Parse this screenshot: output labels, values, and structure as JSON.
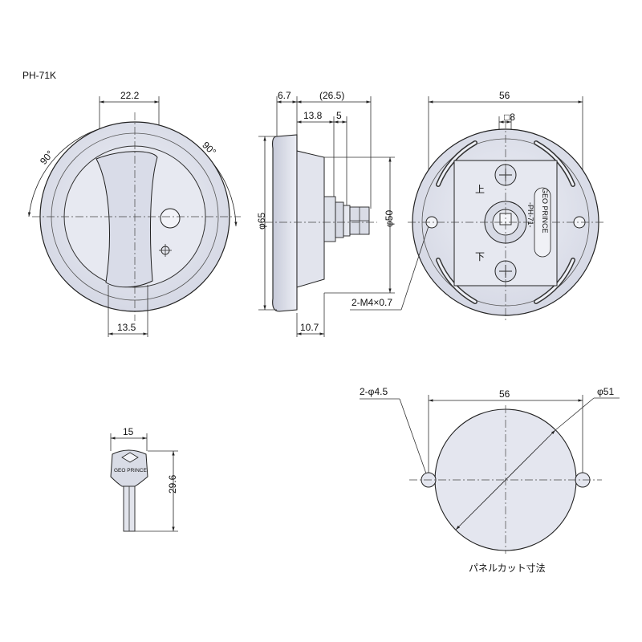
{
  "model": "PH-71K",
  "colors": {
    "body_fill": "#e4e6ef",
    "body_shade": "#c9ccd9",
    "line": "#222222",
    "panel_fill": "#e4e6ef"
  },
  "front_view": {
    "width_top": "22.2",
    "width_bottom": "13.5",
    "angle_left": "90°",
    "angle_right": "90°"
  },
  "side_view": {
    "dim_a": "6.7",
    "dim_b": "(26.5)",
    "dim_c": "13.8",
    "dim_d": "5",
    "dim_e": "10.7",
    "dia_outer": "φ65",
    "dia_inner": "φ50"
  },
  "back_view": {
    "width": "56",
    "slot": "□8",
    "mark_up": "上",
    "mark_down": "下",
    "brand": "GEO PRINCE",
    "model_mark": "-PH-71-",
    "screw": "2-M4×0.7"
  },
  "key": {
    "width": "15",
    "height": "29.6",
    "brand": "GEO PRINCE"
  },
  "panel_cut": {
    "hole": "2-φ4.5",
    "span": "56",
    "diameter": "φ51",
    "caption": "パネルカット寸法"
  }
}
